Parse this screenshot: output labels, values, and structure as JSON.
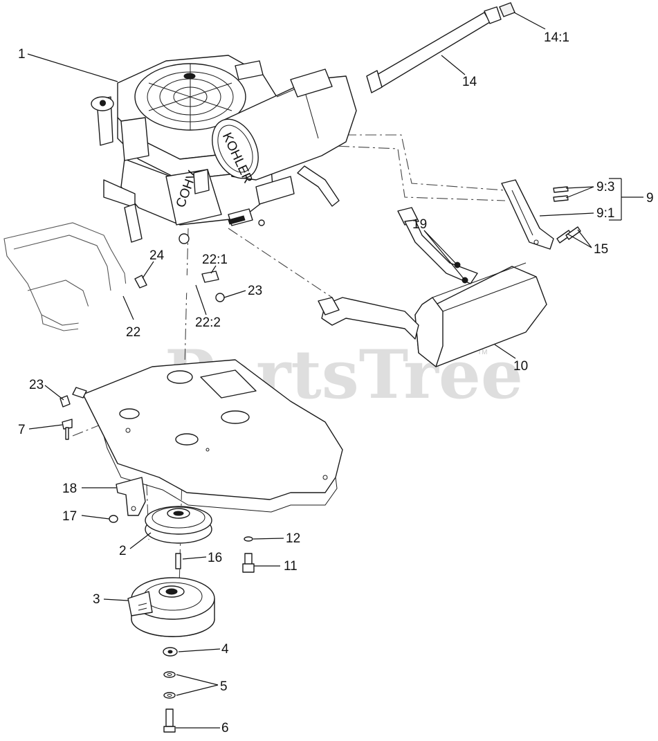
{
  "watermark": {
    "text": "PartsTree",
    "trademark": "TM"
  },
  "engine_brand_text": "KOHLER",
  "engine_side_text": "COHV",
  "callouts": [
    {
      "id": "c1",
      "label": "1"
    },
    {
      "id": "c14_1",
      "label": "14:1"
    },
    {
      "id": "c14",
      "label": "14"
    },
    {
      "id": "c9_3",
      "label": "9:3"
    },
    {
      "id": "c9",
      "label": "9"
    },
    {
      "id": "c9_1",
      "label": "9:1"
    },
    {
      "id": "c19",
      "label": "19"
    },
    {
      "id": "c15",
      "label": "15"
    },
    {
      "id": "c24",
      "label": "24"
    },
    {
      "id": "c22_1",
      "label": "22:1"
    },
    {
      "id": "c23a",
      "label": "23"
    },
    {
      "id": "c22",
      "label": "22"
    },
    {
      "id": "c22_2",
      "label": "22:2"
    },
    {
      "id": "c10",
      "label": "10"
    },
    {
      "id": "c23b",
      "label": "23"
    },
    {
      "id": "c7",
      "label": "7"
    },
    {
      "id": "c18",
      "label": "18"
    },
    {
      "id": "c17",
      "label": "17"
    },
    {
      "id": "c12",
      "label": "12"
    },
    {
      "id": "c2",
      "label": "2"
    },
    {
      "id": "c16",
      "label": "16"
    },
    {
      "id": "c11",
      "label": "11"
    },
    {
      "id": "c3",
      "label": "3"
    },
    {
      "id": "c4",
      "label": "4"
    },
    {
      "id": "c5",
      "label": "5"
    },
    {
      "id": "c6",
      "label": "6"
    }
  ]
}
